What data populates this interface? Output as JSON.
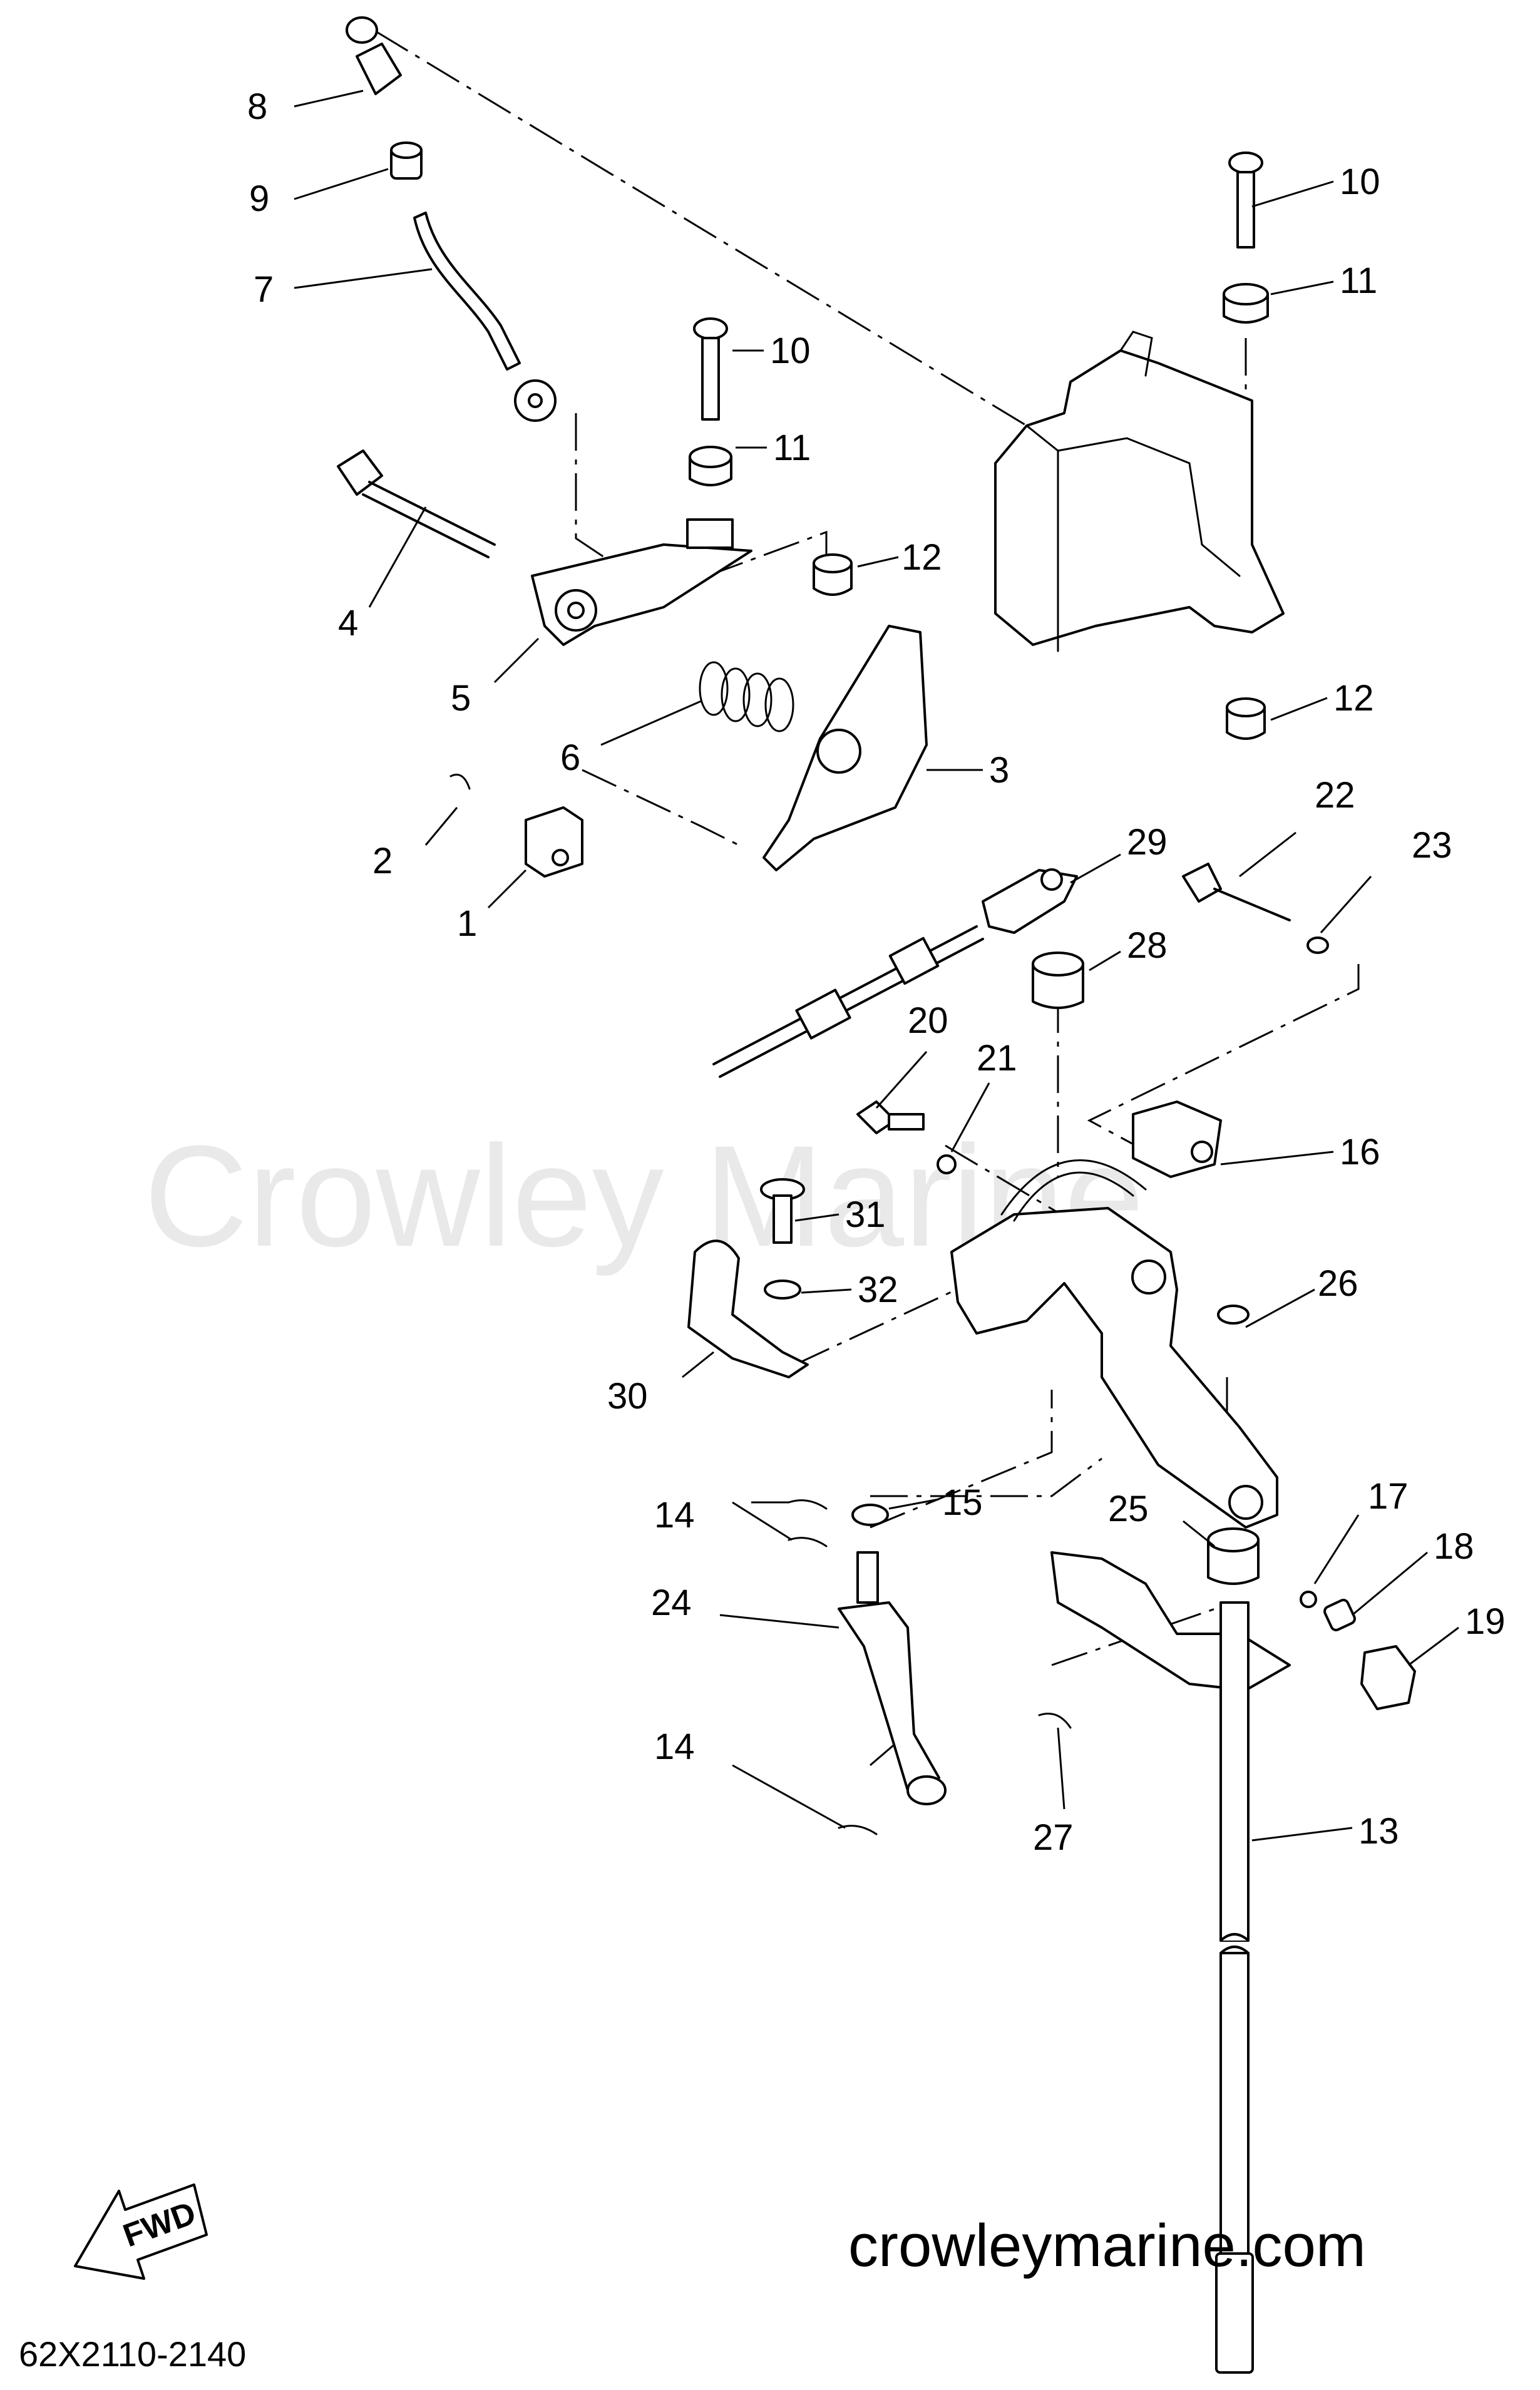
{
  "watermark": "Crowley Marine",
  "website": "crowleymarine.com",
  "diagram_code": "62X2110-2140",
  "fwd_label": "FWD",
  "callouts": {
    "c1": "1",
    "c2": "2",
    "c3": "3",
    "c4": "4",
    "c5": "5",
    "c6": "6",
    "c7": "7",
    "c8": "8",
    "c9": "9",
    "c10a": "10",
    "c10b": "10",
    "c11a": "11",
    "c11b": "11",
    "c12a": "12",
    "c12b": "12",
    "c13": "13",
    "c14a": "14",
    "c14b": "14",
    "c15": "15",
    "c16": "16",
    "c17": "17",
    "c18": "18",
    "c19": "19",
    "c20": "20",
    "c21": "21",
    "c22": "22",
    "c23": "23",
    "c24": "24",
    "c25": "25",
    "c26": "26",
    "c27": "27",
    "c28": "28",
    "c29": "29",
    "c30": "30",
    "c31": "31",
    "c32": "32"
  }
}
